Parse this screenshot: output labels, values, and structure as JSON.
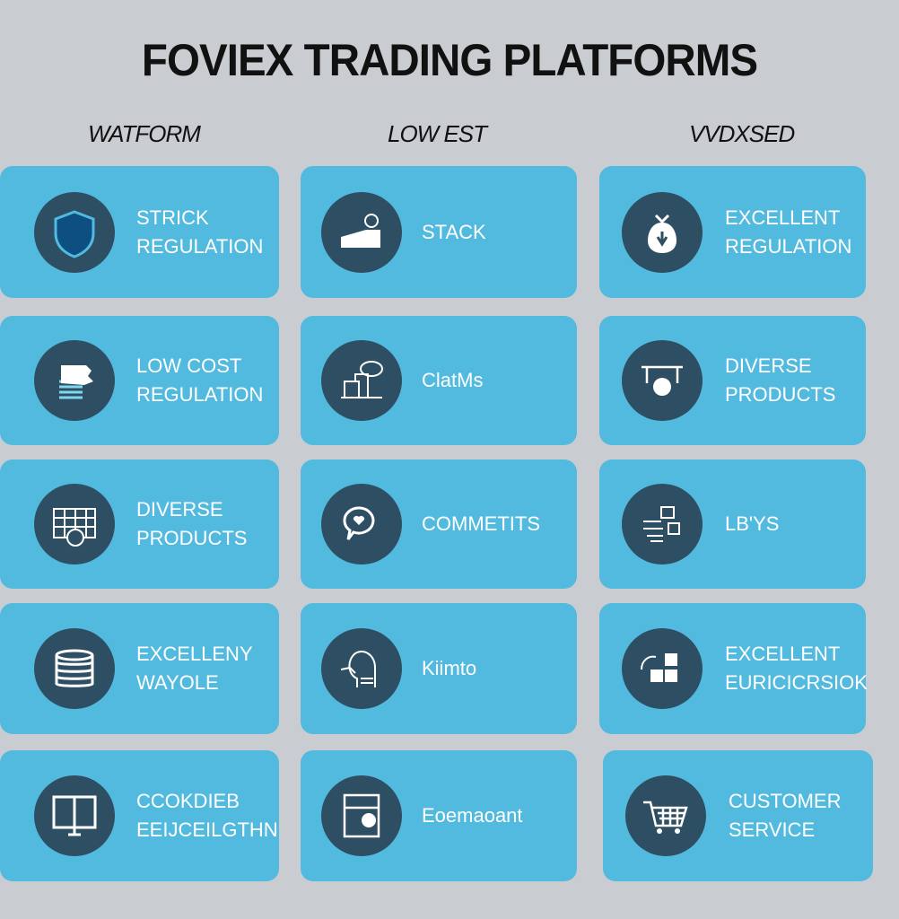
{
  "title": "FOVIEX TRADING PLATFORMS",
  "columns": [
    {
      "heading": "WATFORM",
      "cards": [
        {
          "label": "STRICK\nREGULATION",
          "icon": "shield-icon"
        },
        {
          "label": "LOW COST\nREGULATION",
          "icon": "coin-stack-icon"
        },
        {
          "label": "DIVERSE\nPRODUCTS",
          "icon": "spreadsheet-icon"
        },
        {
          "label": "EXCELLENY\nWAYOLE",
          "icon": "database-icon"
        },
        {
          "label": "CCOKDIEB\nEEIJCEILGTHN",
          "icon": "monitor-icon"
        }
      ]
    },
    {
      "heading": "LOW EST",
      "cards": [
        {
          "label": "STACK",
          "icon": "cake-icon"
        },
        {
          "label": "ClatMs",
          "icon": "building-icon"
        },
        {
          "label": "COMMETITS",
          "icon": "chat-heart-icon"
        },
        {
          "label": "Kiimto",
          "icon": "head-icon"
        },
        {
          "label": "Eoemaoant",
          "icon": "document-icon"
        }
      ]
    },
    {
      "heading": "VVDXSED",
      "cards": [
        {
          "label": "EXCELLENT\nREGULATION",
          "icon": "money-bag-icon"
        },
        {
          "label": "DIVERSE\nPRODUCTS",
          "icon": "hanging-sign-icon"
        },
        {
          "label": "LB'YS",
          "icon": "tools-icon"
        },
        {
          "label": "EXCELLENT\nEURICICRSIOK",
          "icon": "blocks-icon"
        },
        {
          "label": "CUSTOMER\nSERVICE",
          "icon": "cart-icon"
        }
      ]
    }
  ],
  "colors": {
    "background": "#c9ccd0",
    "card": "#52bade",
    "circle": "#2e4f63"
  }
}
